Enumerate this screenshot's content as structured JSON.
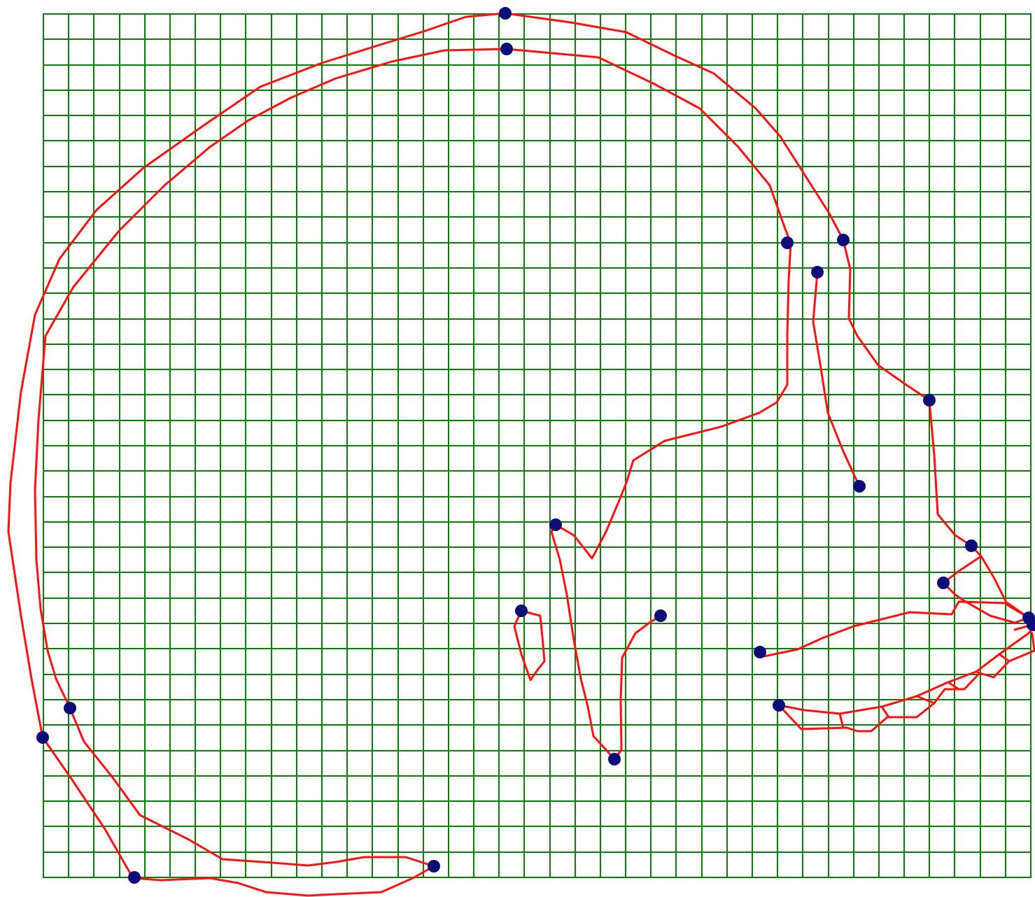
{
  "colors": {
    "background": "#ffffff",
    "grid": "#0a7d0a",
    "outline": "#ff1111",
    "landmark": "#0d0d7a"
  },
  "grid": {
    "columns": 39,
    "rows": 34
  },
  "landmark_count": 21,
  "outline_segment_count": 20
}
